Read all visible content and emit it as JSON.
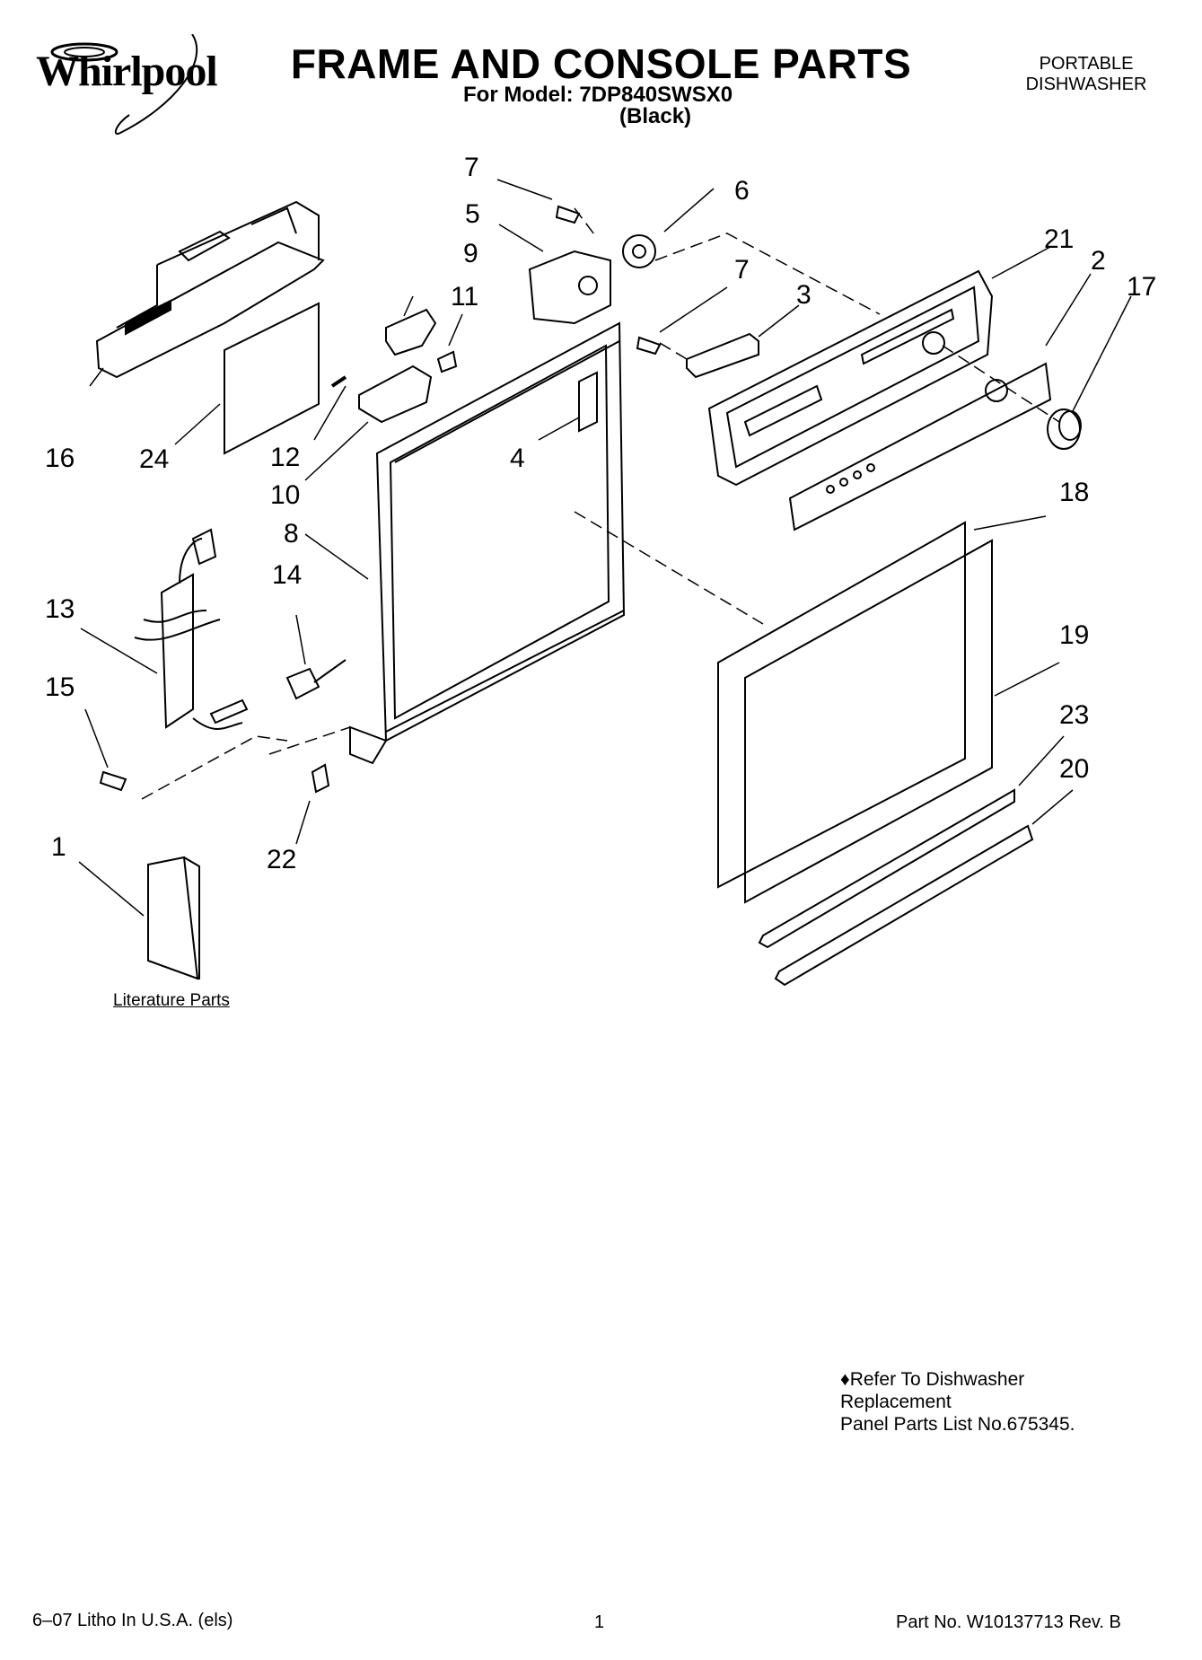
{
  "header": {
    "brand": "Whirlpool",
    "title": "FRAME AND CONSOLE PARTS",
    "model_line": "For Model: 7DP840SWSX0",
    "color_line": "(Black)",
    "appliance_line1": "PORTABLE",
    "appliance_line2": "DISHWASHER"
  },
  "callouts": [
    "1",
    "2",
    "3",
    "4",
    "5",
    "6",
    "7",
    "7",
    "8",
    "9",
    "10",
    "11",
    "12",
    "13",
    "14",
    "15",
    "16",
    "17",
    "18",
    "19",
    "20",
    "21",
    "22",
    "23",
    "24"
  ],
  "literature_label": "Literature Parts",
  "note": {
    "line1": "♦Refer To Dishwasher",
    "line2": "Replacement",
    "line3": "Panel Parts List No.675345."
  },
  "footer": {
    "left": "6–07 Litho In U.S.A. (els)",
    "center": "1",
    "right": "Part No. W10137713 Rev. B"
  }
}
